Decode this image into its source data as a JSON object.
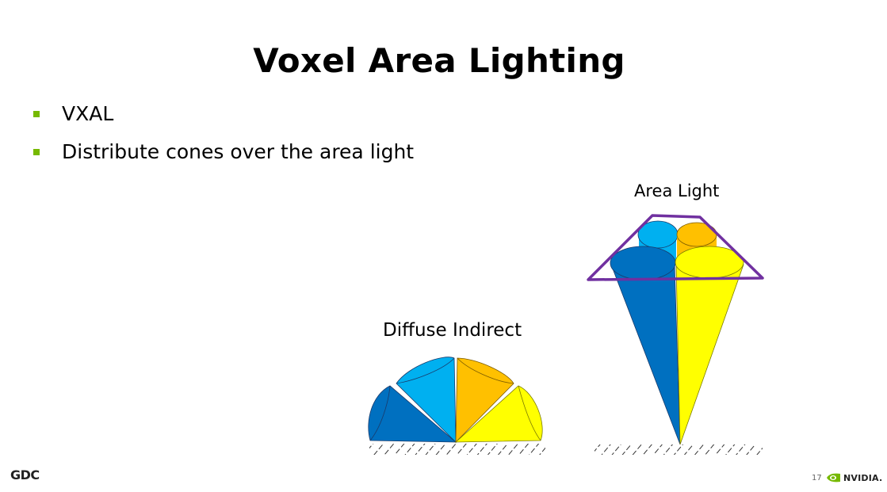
{
  "slide": {
    "title": "Voxel Area Lighting",
    "bullets": [
      {
        "text": "VXAL"
      },
      {
        "text": "Distribute cones over the area light"
      }
    ]
  },
  "diagram": {
    "area_light_label": "Area Light",
    "diffuse_label": "Diffuse Indirect",
    "colors": {
      "dark_blue": "#0070c0",
      "light_blue": "#00b0f0",
      "orange": "#ffc000",
      "yellow": "#ffff00",
      "purple": "#7030a0"
    }
  },
  "footer": {
    "gdc_logo": "GDC",
    "page_number": "17",
    "nvidia_logo": "NVIDIA."
  }
}
